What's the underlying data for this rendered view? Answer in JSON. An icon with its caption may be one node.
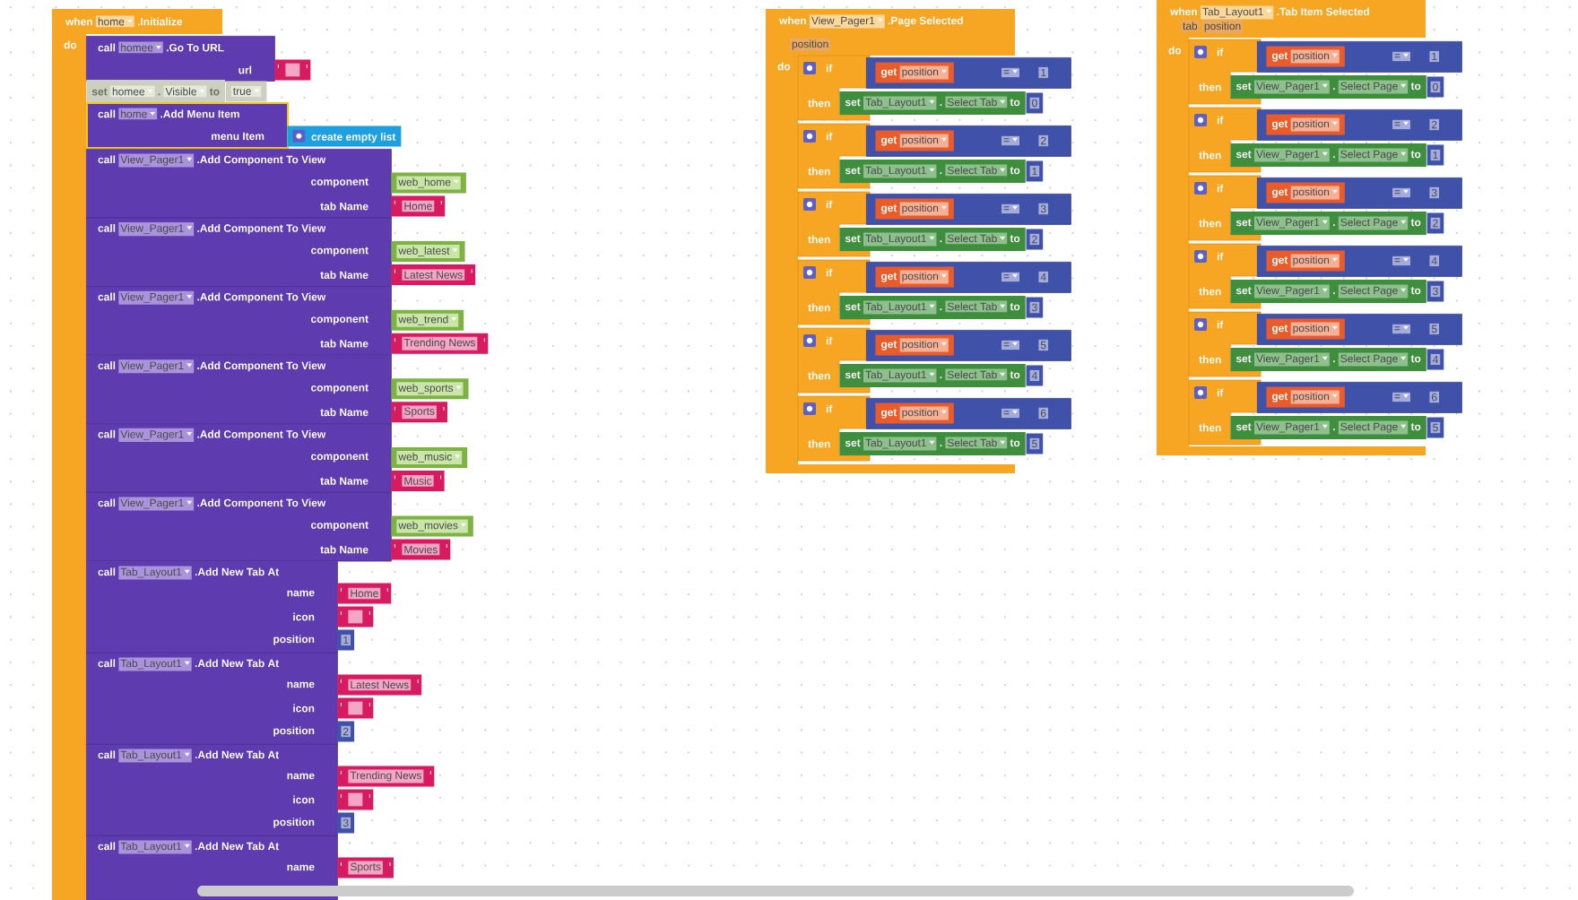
{
  "diagram": {
    "nodes": [
      {
        "text": [
          "when",
          "home",
          ".Initialize",
          "do"
        ]
      },
      {
        "text": [
          "call",
          "homee",
          ".Go To URL",
          "url"
        ]
      },
      {
        "text": [],
        "shape": "box"
      },
      {
        "text": [
          "set",
          "homee",
          ".",
          "Visible",
          "to"
        ]
      },
      {
        "text": [
          "true"
        ]
      },
      {
        "text": [
          "call",
          "home",
          ".Add Menu Item",
          "menu Item"
        ]
      },
      {
        "text": [
          "create empty list"
        ]
      },
      {
        "text": [
          "call",
          "View_Pager1",
          ".Add Component To View",
          "component",
          "tab Name"
        ]
      },
      {
        "text": [
          "web_home"
        ]
      },
      {
        "text": [
          "Home"
        ]
      },
      {
        "text": [
          "call",
          "View_Pager1",
          ".Add Component To View",
          "component",
          "tab Name"
        ]
      },
      {
        "text": [
          "web_latest"
        ]
      },
      {
        "text": [
          "Latest News"
        ]
      },
      {
        "text": [
          "call",
          "View_Pager1",
          ".Add Component To View",
          "component",
          "tab Name"
        ]
      },
      {
        "text": [
          "web_trend"
        ]
      },
      {
        "text": [
          "Trending News"
        ]
      },
      {
        "text": [
          "call",
          "View_Pager1",
          ".Add Component To View",
          "component",
          "tab Name"
        ]
      },
      {
        "text": [
          "web_sports"
        ]
      },
      {
        "text": [
          "Sports"
        ]
      },
      {
        "text": [
          "call",
          "View_Pager1",
          ".Add Component To View",
          "component",
          "tab Name"
        ]
      },
      {
        "text": [
          "web_music"
        ]
      },
      {
        "text": [
          "Music"
        ]
      },
      {
        "text": [
          "call",
          "View_Pager1",
          ".Add Component To View",
          "component",
          "tab Name"
        ]
      },
      {
        "text": [
          "web_movies"
        ]
      },
      {
        "text": [
          "Movies"
        ]
      },
      {
        "text": [
          "call",
          "Tab_Layout1",
          ".Add New Tab At",
          "name",
          "icon",
          "position"
        ]
      },
      {
        "text": [
          "Home"
        ]
      },
      {
        "text": [],
        "shape": "box"
      },
      {
        "text": [
          "1"
        ]
      },
      {
        "text": [
          "call",
          "Tab_Layout1",
          ".Add New Tab At",
          "name",
          "icon",
          "position"
        ]
      },
      {
        "text": [
          "Latest News"
        ]
      },
      {
        "text": [],
        "shape": "box"
      },
      {
        "text": [
          "2"
        ]
      },
      {
        "text": [
          "call",
          "Tab_Layout1",
          ".Add New Tab At",
          "name",
          "icon",
          "position"
        ]
      },
      {
        "text": [
          "Trending News"
        ]
      },
      {
        "text": [],
        "shape": "box"
      },
      {
        "text": [
          "3"
        ]
      },
      {
        "text": [
          "call",
          "Tab_Layout1",
          ".Add New Tab At",
          "name"
        ]
      },
      {
        "text": [
          "Sports"
        ]
      },
      {
        "text": [
          "when",
          "View_Pager1",
          ".Page Selected",
          "position",
          "do"
        ]
      },
      {
        "text": [
          "if",
          "then"
        ],
        "in": 39
      },
      {
        "text": [
          "="
        ]
      },
      {
        "text": [
          "get",
          "position"
        ],
        "in": 41
      },
      {
        "text": [
          "1"
        ],
        "in": 41
      },
      {
        "text": [
          "set",
          "Tab_Layout1",
          ".",
          "Select Tab",
          "to"
        ]
      },
      {
        "text": [
          "0"
        ]
      },
      {
        "text": [
          "if",
          "then"
        ],
        "in": 39
      },
      {
        "text": [
          "="
        ]
      },
      {
        "text": [
          "get",
          "position"
        ],
        "in": 47
      },
      {
        "text": [
          "2"
        ],
        "in": 47
      },
      {
        "text": [
          "set",
          "Tab_Layout1",
          ".",
          "Select Tab",
          "to"
        ]
      },
      {
        "text": [
          "1"
        ]
      },
      {
        "text": [
          "if",
          "then"
        ],
        "in": 39
      },
      {
        "text": [
          "="
        ]
      },
      {
        "text": [
          "get",
          "position"
        ],
        "in": 53
      },
      {
        "text": [
          "3"
        ],
        "in": 53
      },
      {
        "text": [
          "set",
          "Tab_Layout1",
          ".",
          "Select Tab",
          "to"
        ]
      },
      {
        "text": [
          "2"
        ]
      },
      {
        "text": [
          "if",
          "then"
        ],
        "in": 39
      },
      {
        "text": [
          "="
        ]
      },
      {
        "text": [
          "get",
          "position"
        ],
        "in": 59
      },
      {
        "text": [
          "4"
        ],
        "in": 59
      },
      {
        "text": [
          "set",
          "Tab_Layout1",
          ".",
          "Select Tab",
          "to"
        ]
      },
      {
        "text": [
          "3"
        ]
      },
      {
        "text": [
          "if",
          "then"
        ],
        "in": 39
      },
      {
        "text": [
          "="
        ]
      },
      {
        "text": [
          "get",
          "position"
        ],
        "in": 65
      },
      {
        "text": [
          "5"
        ],
        "in": 65
      },
      {
        "text": [
          "set",
          "Tab_Layout1",
          ".",
          "Select Tab",
          "to"
        ]
      },
      {
        "text": [
          "4"
        ]
      },
      {
        "text": [
          "if",
          "then"
        ],
        "in": 39
      },
      {
        "text": [
          "="
        ]
      },
      {
        "text": [
          "get",
          "position"
        ],
        "in": 71
      },
      {
        "text": [
          "6"
        ],
        "in": 71
      },
      {
        "text": [
          "set",
          "Tab_Layout1",
          ".",
          "Select Tab",
          "to"
        ]
      },
      {
        "text": [
          "5"
        ]
      },
      {
        "text": [
          "when",
          "Tab_Layout1",
          ".Tab Item Selected",
          "tab",
          "position",
          "do"
        ]
      },
      {
        "text": [
          "if",
          "then"
        ],
        "in": 76
      },
      {
        "text": [
          "="
        ]
      },
      {
        "text": [
          "get",
          "position"
        ],
        "in": 78
      },
      {
        "text": [
          "1"
        ],
        "in": 78
      },
      {
        "text": [
          "set",
          "View_Pager1",
          ".",
          "Select Page",
          "to"
        ]
      },
      {
        "text": [
          "0"
        ]
      },
      {
        "text": [
          "if",
          "then"
        ],
        "in": 76
      },
      {
        "text": [
          "="
        ]
      },
      {
        "text": [
          "get",
          "position"
        ],
        "in": 84
      },
      {
        "text": [
          "2"
        ],
        "in": 84
      },
      {
        "text": [
          "set",
          "View_Pager1",
          ".",
          "Select Page",
          "to"
        ]
      },
      {
        "text": [
          "1"
        ]
      },
      {
        "text": [
          "if",
          "then"
        ],
        "in": 76
      },
      {
        "text": [
          "="
        ]
      },
      {
        "text": [
          "get",
          "position"
        ],
        "in": 90
      },
      {
        "text": [
          "3"
        ],
        "in": 90
      },
      {
        "text": [
          "set",
          "View_Pager1",
          ".",
          "Select Page",
          "to"
        ]
      },
      {
        "text": [
          "2"
        ]
      },
      {
        "text": [
          "if",
          "then"
        ],
        "in": 76
      },
      {
        "text": [
          "="
        ]
      },
      {
        "text": [
          "get",
          "position"
        ],
        "in": 96
      },
      {
        "text": [
          "4"
        ],
        "in": 96
      },
      {
        "text": [
          "set",
          "View_Pager1",
          ".",
          "Select Page",
          "to"
        ]
      },
      {
        "text": [
          "3"
        ]
      },
      {
        "text": [
          "if",
          "then"
        ],
        "in": 76
      },
      {
        "text": [
          "="
        ]
      },
      {
        "text": [
          "get",
          "position"
        ],
        "in": 102
      },
      {
        "text": [
          "5"
        ],
        "in": 102
      },
      {
        "text": [
          "set",
          "View_Pager1",
          ".",
          "Select Page",
          "to"
        ]
      },
      {
        "text": [
          "4"
        ]
      },
      {
        "text": [
          "if",
          "then"
        ],
        "in": 76
      },
      {
        "text": [
          "="
        ]
      },
      {
        "text": [
          "get",
          "position"
        ],
        "in": 108
      },
      {
        "text": [
          "6"
        ],
        "in": 108
      },
      {
        "text": [
          "set",
          "View_Pager1",
          ".",
          "Select Page",
          "to"
        ]
      },
      {
        "text": [
          "5"
        ]
      }
    ]
  }
}
